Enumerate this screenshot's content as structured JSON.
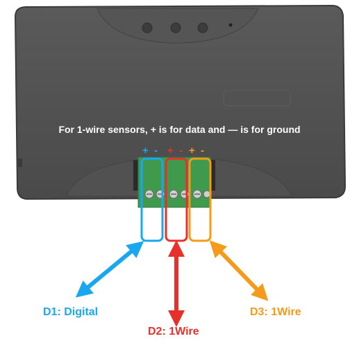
{
  "caption": "For 1-wire sensors, + is for data and — is for ground",
  "pins": [
    {
      "plus": "+",
      "minus": "-",
      "color": "#1aa7f0"
    },
    {
      "plus": "+",
      "minus": "-",
      "color": "#e8302a"
    },
    {
      "plus": "+",
      "minus": "-",
      "color": "#f59a1a"
    }
  ],
  "labels": {
    "d1": {
      "text": "D1: Digital",
      "color": "#1aa7f0"
    },
    "d2": {
      "text": "D2: 1Wire",
      "color": "#e8302a"
    },
    "d3": {
      "text": "D3: 1Wire",
      "color": "#f59a1a"
    }
  }
}
